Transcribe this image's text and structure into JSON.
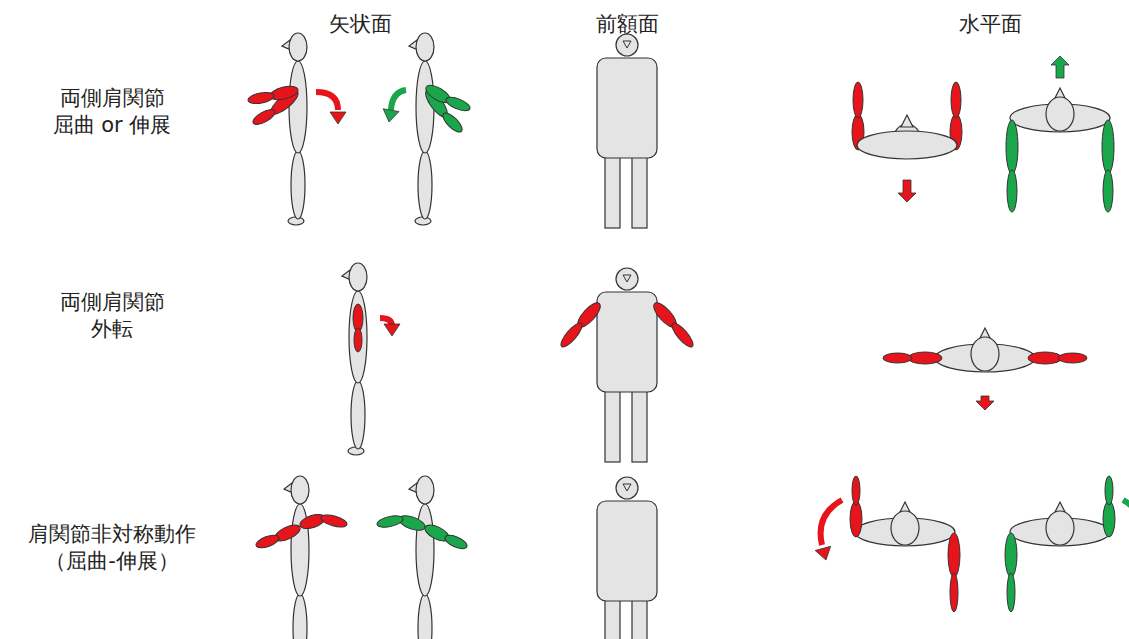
{
  "diagram": {
    "labels": [
      "矢状面",
      "前額面",
      "水平面",
      "両側肩関節 屈曲 or 伸展",
      "両側肩関節 外転",
      "肩関節非対称動作 （屈曲-伸展）"
    ]
  }
}
